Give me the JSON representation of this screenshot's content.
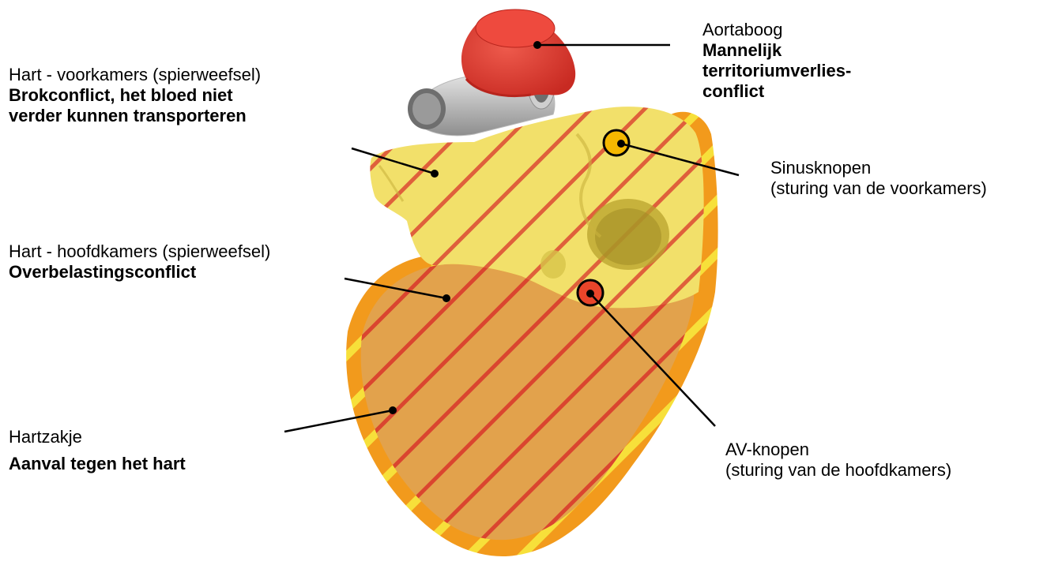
{
  "colors": {
    "atrium_fill": "#F2E06A",
    "ventricle_fill": "#E2A24C",
    "pericardium_rim": "#F29A1C",
    "stripe_red": "#D8352A",
    "stripe_yellow": "#F7E03A",
    "aorta_red": "#E03A2E",
    "vessel_grey": "#B9B9B9",
    "sinus_node": "#F5B800",
    "av_node": "#E9452A"
  },
  "labels": {
    "aorta": {
      "title": "Aortaboog",
      "desc_line1": "Mannelijk",
      "desc_line2": "territoriumverlies-",
      "desc_line3": "conflict"
    },
    "atria": {
      "title": "Hart - voorkamers (spierweefsel)",
      "desc_line1": "Brokconflict, het bloed niet",
      "desc_line2": "verder kunnen transporteren"
    },
    "sinus": {
      "title": "Sinusknopen",
      "desc": "(sturing van de voorkamers)"
    },
    "ventricles": {
      "title": "Hart - hoofdkamers (spierweefsel)",
      "desc": "Overbelastingsconflict"
    },
    "av": {
      "title": "AV-knopen",
      "desc": "(sturing van de hoofdkamers)"
    },
    "pericardium": {
      "title": "Hartzakje",
      "desc": "Aanval tegen het hart"
    }
  }
}
